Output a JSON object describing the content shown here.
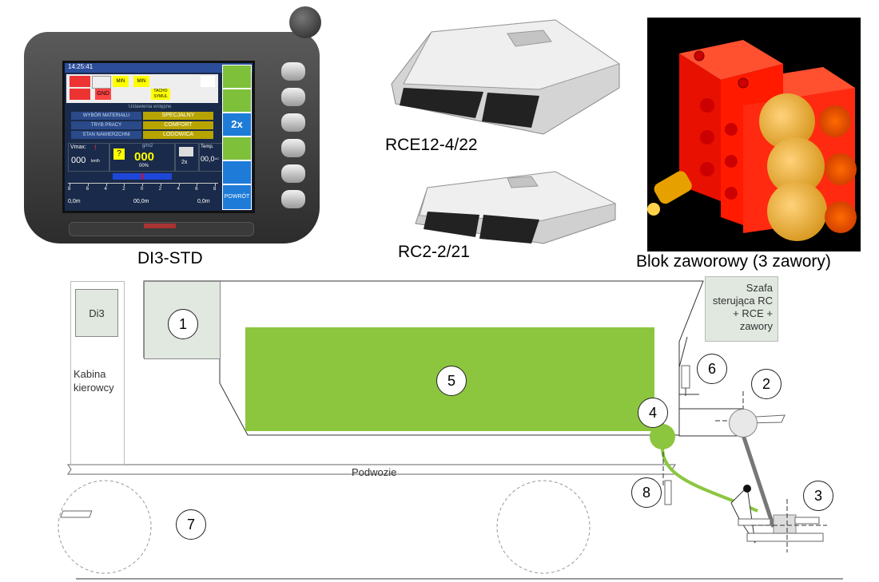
{
  "captions": {
    "terminal": "DI3-STD",
    "ecu_large": "RCE12-4/22",
    "ecu_small": "RC2-2/21",
    "valve_block": "Blok zaworowy (3 zawory)"
  },
  "terminal_screen": {
    "time": "14:25:41",
    "icons_row1": [
      "MIN",
      "MIN",
      "TACHO SYMUL"
    ],
    "icon_gnd": "GND",
    "settings_title": "Ustawienia wstępne",
    "menu_left": [
      "WYBÓR MATERIAŁU",
      "TRYB PRACY",
      "STAN NAWIERZCHNI"
    ],
    "menu_right": [
      "SPECJALNY",
      "COMFORT",
      "LODOWICA"
    ],
    "vmax_label": "Vmax:",
    "vmax_value": "000",
    "vmax_unit": "km/h",
    "dose_unit": "g/m2",
    "dose_value": "000",
    "dose_percent": "00%",
    "multiplier": "2x",
    "temp_label": "Temp.",
    "temp_value": "00,0",
    "temp_unit": "oC",
    "scale_ticks": [
      "8",
      "6",
      "4",
      "2",
      "0",
      "2",
      "4",
      "6",
      "8"
    ],
    "dist_left": "0,0m",
    "dist_center": "00,0m",
    "dist_right": "0,0m",
    "side_button_2x": "2x",
    "back_button": "POWRÓT"
  },
  "diagram": {
    "cab_unit": "Di3",
    "cab_label": "Kabina kierowcy",
    "cabinet_label": "Szafa sterująca RC + RCE + zawory",
    "chassis_label": "Podwozie",
    "markers": [
      "1",
      "2",
      "3",
      "4",
      "5",
      "6",
      "7",
      "8"
    ]
  },
  "colors": {
    "hopper_green": "#8cc63f",
    "valve_red": "#ff1a00",
    "cabinet_fill": "#e0e8e0"
  }
}
